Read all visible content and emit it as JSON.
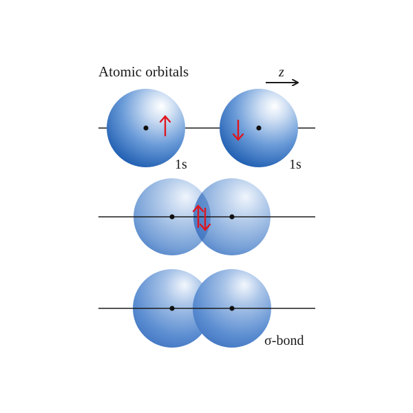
{
  "labels": {
    "title": "Atomic orbitals",
    "axis": "z",
    "orbital_left": "1s",
    "orbital_right": "1s",
    "bond": "σ-bond"
  },
  "colors": {
    "orbital_dark": "#1f5fb3",
    "orbital_mid": "#4f86cf",
    "orbital_light": "#e9f1fb",
    "spin_arrow": "#e0141e",
    "axis_line": "#1a1a1a",
    "nucleus": "#111111"
  },
  "rows": [
    {
      "name": "separate-atomic-orbitals",
      "spins": [
        "up",
        "down"
      ]
    },
    {
      "name": "overlapping-orbitals",
      "spins": [
        "paired"
      ]
    },
    {
      "name": "sigma-bond",
      "spins": []
    }
  ]
}
